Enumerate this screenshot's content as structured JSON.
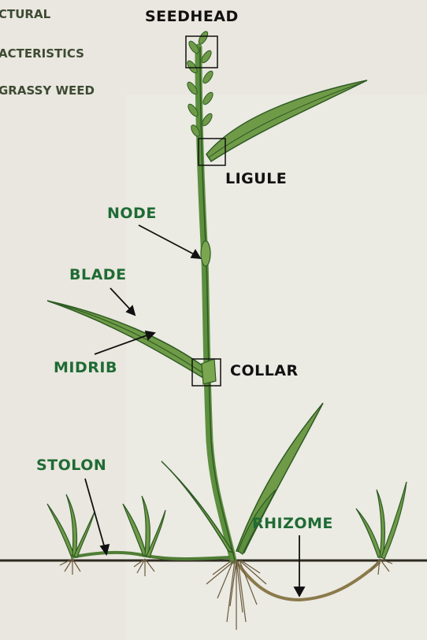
{
  "left_text": [
    "CTURAL",
    "ACTERISTICS",
    "GRASSY WEED"
  ],
  "labels": {
    "seedhead": "SEEDHEAD",
    "ligule": "LIGULE",
    "node": "NODE",
    "blade": "BLADE",
    "midrib": "MIDRIB",
    "collar": "COLLAR",
    "stolon": "STOLON",
    "rhizome": "RHIZOME"
  },
  "colors": {
    "background": "#e9e7df",
    "label_green": "#1f6b34",
    "label_black": "#111111",
    "plant_green": "#5c8f3e",
    "plant_dark": "#2e5a23",
    "root_brown": "#6b5a3c"
  }
}
